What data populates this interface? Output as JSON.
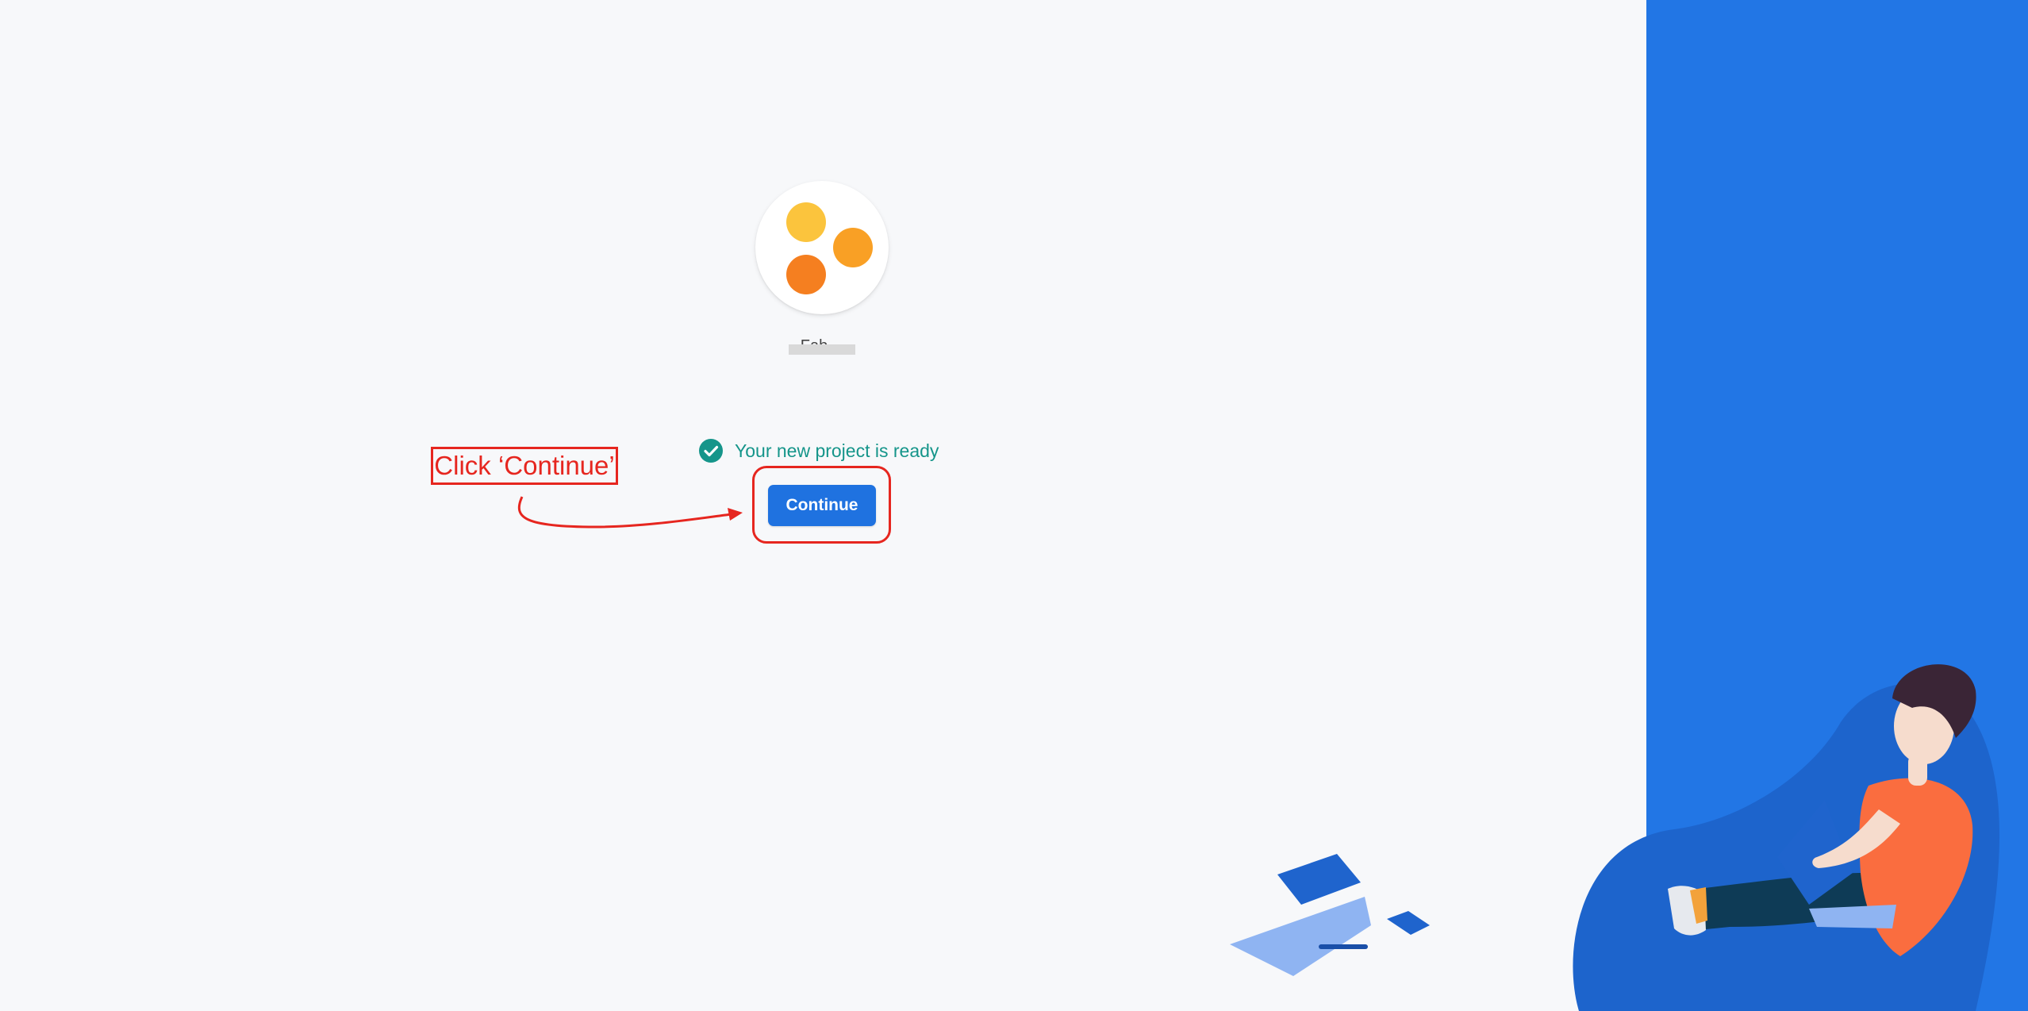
{
  "project": {
    "name": "Fab…"
  },
  "status": {
    "message": "Your new project is ready"
  },
  "actions": {
    "continue_label": "Continue"
  },
  "annotation": {
    "callout": "Click ‘Continue’"
  },
  "icons": {
    "status": "check-circle-icon",
    "logo": "three-dots-logo-icon"
  },
  "colors": {
    "accent": "#1f72e0",
    "panel": "#2276e5",
    "success": "#15958a",
    "annotation": "#e6261f",
    "logo_yellow": "#fbc43d",
    "logo_amber": "#f9a025",
    "logo_orange": "#f57f20"
  }
}
